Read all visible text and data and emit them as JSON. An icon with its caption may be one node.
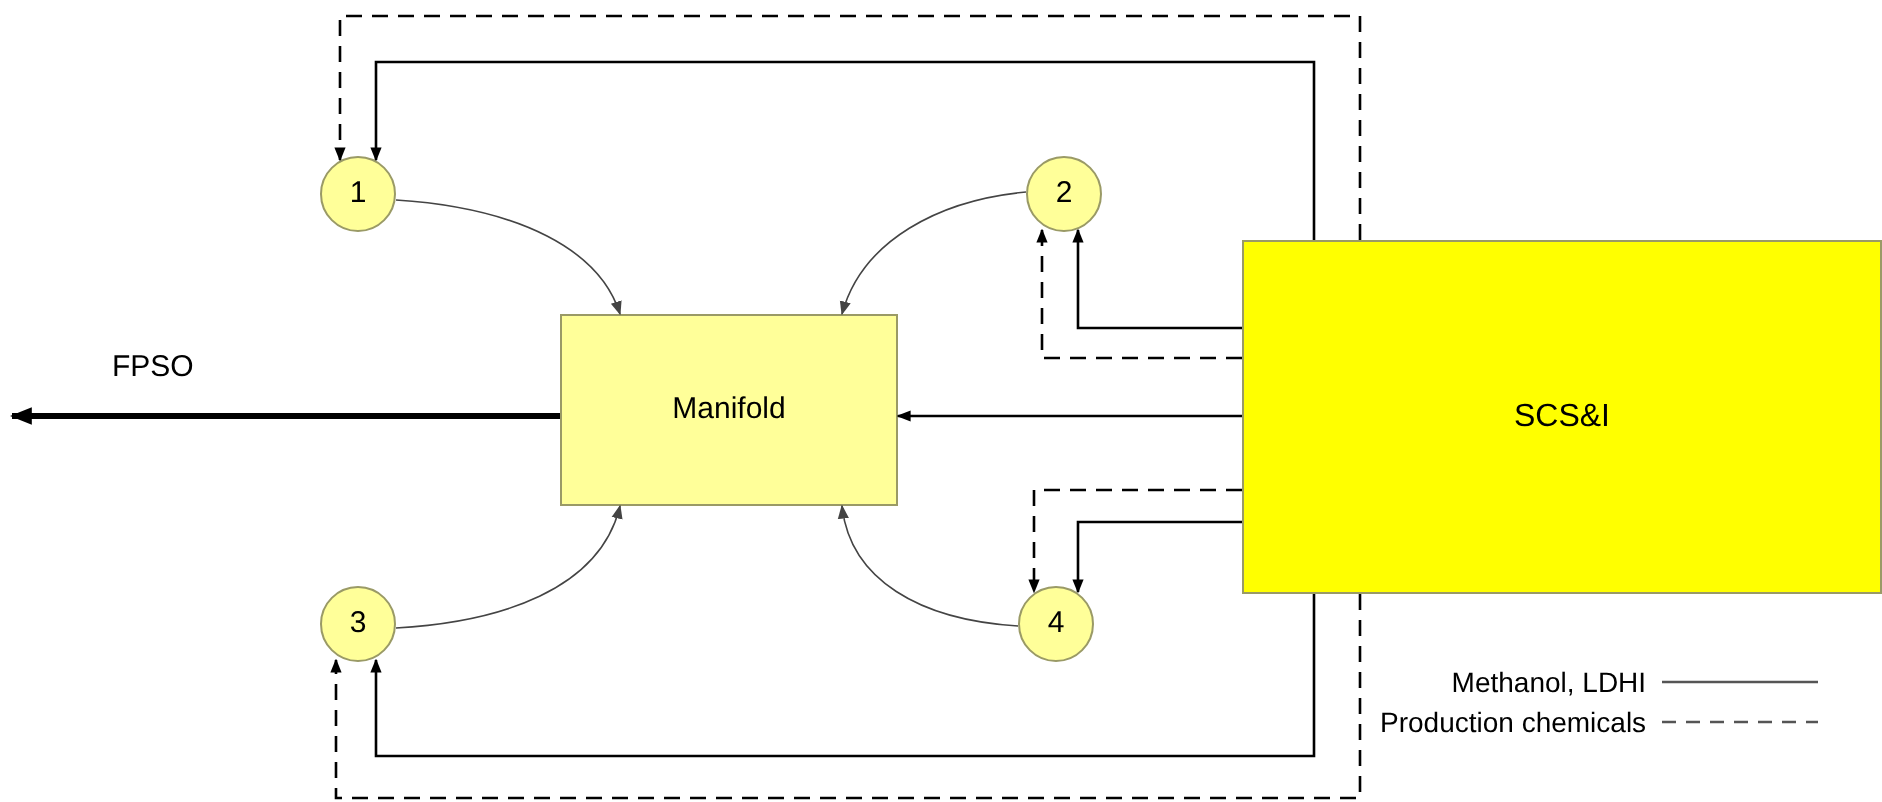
{
  "diagram": {
    "nodes": [
      {
        "text": [
          "1"
        ]
      },
      {
        "text": [
          "2"
        ]
      },
      {
        "text": [
          "Manifold"
        ]
      },
      {
        "text": [
          "SCS&I"
        ]
      },
      {
        "text": [
          "3"
        ]
      },
      {
        "text": [
          "4"
        ]
      }
    ],
    "edges": [
      {
        "from": 0,
        "to": 2,
        "arrow": "to"
      },
      {
        "from": 1,
        "to": 2,
        "arrow": "to"
      },
      {
        "from": 4,
        "to": 2,
        "arrow": "to"
      },
      {
        "from": 5,
        "to": 2,
        "arrow": "to"
      },
      {
        "from": 3,
        "to": 2,
        "arrow": "to"
      },
      {
        "from": 2,
        "to": null,
        "arrow": "to",
        "label": "FPSO",
        "style": "thick"
      },
      {
        "from": 3,
        "to": 0,
        "arrow": "to"
      },
      {
        "from": 3,
        "to": 0,
        "arrow": "to",
        "style": "dashed"
      },
      {
        "from": 3,
        "to": 1,
        "arrow": "to"
      },
      {
        "from": 3,
        "to": 1,
        "arrow": "to",
        "style": "dashed"
      },
      {
        "from": 3,
        "to": 5,
        "arrow": "to"
      },
      {
        "from": 3,
        "to": 5,
        "arrow": "to",
        "style": "dashed"
      },
      {
        "from": 3,
        "to": 4,
        "arrow": "to"
      },
      {
        "from": 3,
        "to": 4,
        "arrow": "to",
        "style": "dashed"
      }
    ],
    "legend": [
      {
        "text": "Methanol, LDHI"
      },
      {
        "text": "Production chemicals"
      }
    ]
  }
}
